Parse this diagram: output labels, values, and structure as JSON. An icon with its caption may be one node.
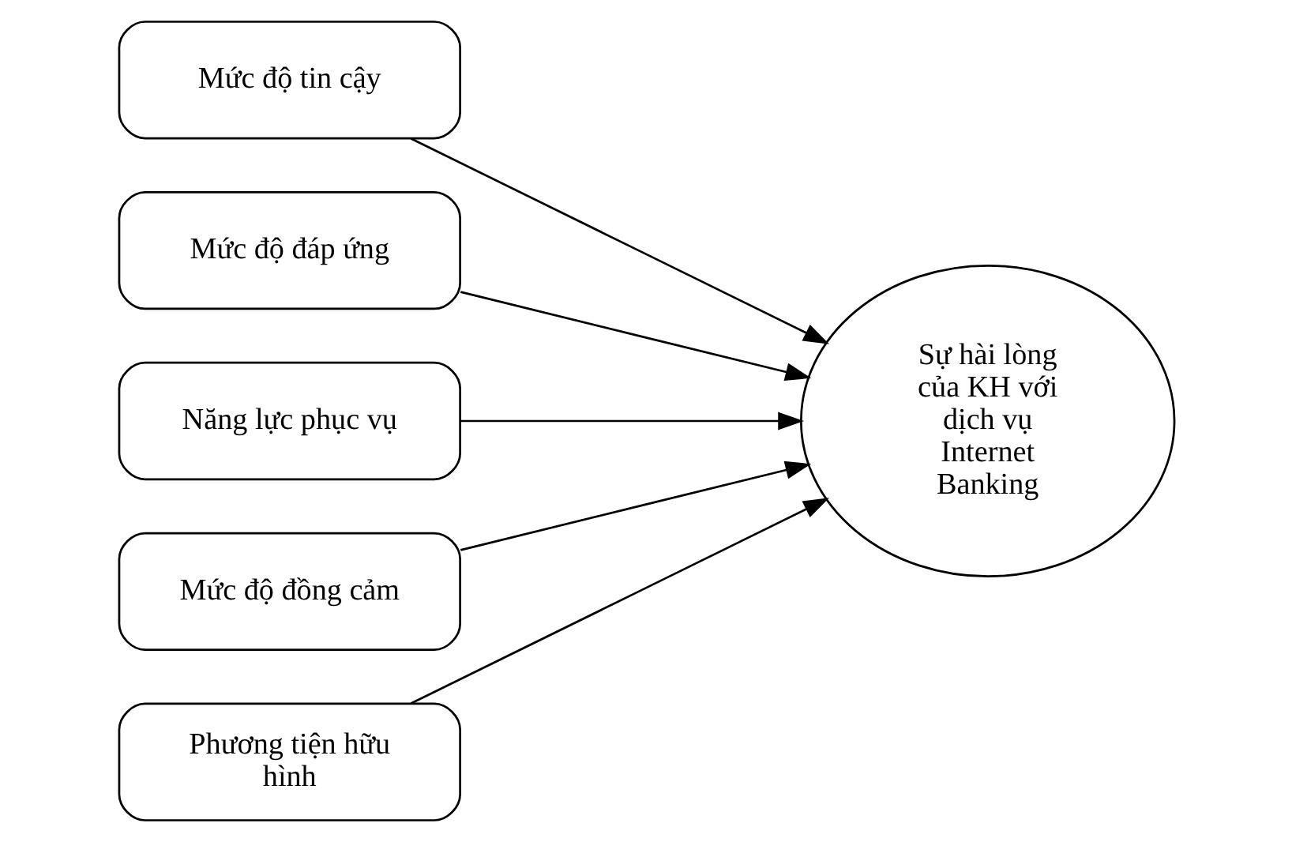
{
  "diagram": {
    "nodes": [
      {
        "text": [
          "Mức độ tin cậy"
        ]
      },
      {
        "text": [
          "Mức độ đáp ứng"
        ]
      },
      {
        "text": [
          "Năng lực phục vụ"
        ]
      },
      {
        "text": [
          "Mức độ đồng cảm"
        ]
      },
      {
        "text": [
          "Phương tiện hữu hình"
        ]
      },
      {
        "text": [
          "Sự hài lòng của KH với dịch vụ Internet Banking"
        ]
      }
    ],
    "edges": [
      {
        "from": 0,
        "to": 5,
        "arrow": "to"
      },
      {
        "from": 1,
        "to": 5,
        "arrow": "to"
      },
      {
        "from": 2,
        "to": 5,
        "arrow": "to"
      },
      {
        "from": 3,
        "to": 5,
        "arrow": "to"
      },
      {
        "from": 4,
        "to": 5,
        "arrow": "to"
      }
    ]
  }
}
